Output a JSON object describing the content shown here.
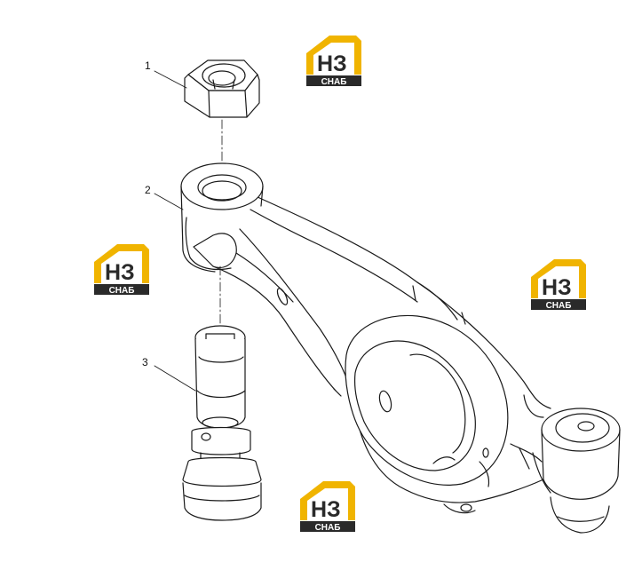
{
  "callouts": [
    {
      "id": "1",
      "label": "1",
      "part": "nut"
    },
    {
      "id": "2",
      "label": "2",
      "part": "rocker-arm"
    },
    {
      "id": "3",
      "label": "3",
      "part": "adjusting-screw"
    }
  ],
  "watermark": {
    "brand_letters": "НЗ",
    "brand_caption": "СНАБ",
    "colors": {
      "roof": "#f0b400",
      "letters": "#2a2a2a",
      "caption_bg": "#2a2a2a",
      "caption_text": "#ffffff"
    }
  },
  "line_color": "#1a1a1a"
}
